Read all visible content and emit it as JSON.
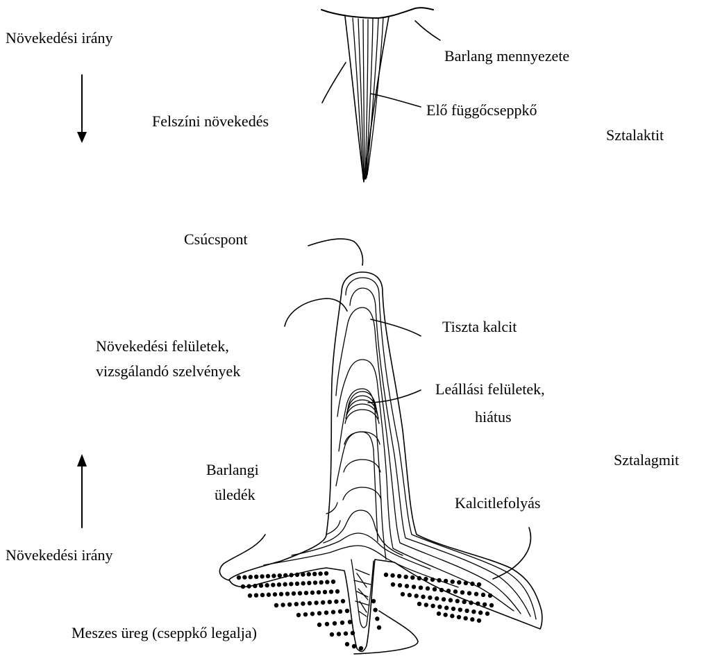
{
  "stalactite": {
    "growth_direction": "Növekedési irány",
    "cave_ceiling": "Barlang mennyezete",
    "surface_growth": "Felszíni növekedés",
    "live_stalactite": "Elő függőcseppkő",
    "title": "Sztalaktit"
  },
  "stalagmite": {
    "apex": "Csúcspont",
    "pure_calcite": "Tiszta kalcit",
    "growth_surfaces_line1": "Növekedési felületek,",
    "growth_surfaces_line2": "vizsgálandó szelvények",
    "hiatus_line1": "Leállási felületek,",
    "hiatus_line2": "hiátus",
    "title": "Sztalagmit",
    "cave_sediment_line1": "Barlangi",
    "cave_sediment_line2": "üledék",
    "flowstone": "Kalcitlefolyás",
    "growth_direction": "Növekedési irány",
    "cavity": "Meszes üreg (cseppkő legalja)"
  },
  "colors": {
    "ink": "#000000",
    "background": "#ffffff"
  }
}
